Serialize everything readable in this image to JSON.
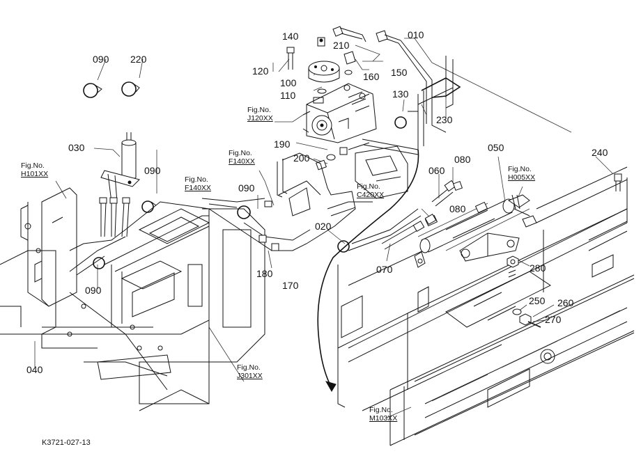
{
  "parts": {
    "p010": "010",
    "p020": "020",
    "p030": "030",
    "p040": "040",
    "p050": "050",
    "p060": "060",
    "p070": "070",
    "p080a": "080",
    "p080b": "080",
    "p090a": "090",
    "p090b": "090",
    "p090c": "090",
    "p090d": "090",
    "p100": "100",
    "p110": "110",
    "p120": "120",
    "p130": "130",
    "p140": "140",
    "p150": "150",
    "p160": "160",
    "p170": "170",
    "p180": "180",
    "p190": "190",
    "p200": "200",
    "p210": "210",
    "p220": "220",
    "p230": "230",
    "p240": "240",
    "p250": "250",
    "p260": "260",
    "p270": "270",
    "p280": "280"
  },
  "figrefs": {
    "fig_label": "Fig.No.",
    "j120": "J120XX",
    "f140a": "F140XX",
    "f140b": "F140XX",
    "h101": "H101XX",
    "c420": "C420XX",
    "h005": "H005XX",
    "j301": "J301XX",
    "m103": "M103XX"
  },
  "caption": "K3721-027-13"
}
